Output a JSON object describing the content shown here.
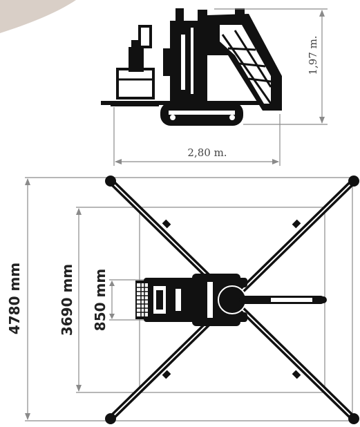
{
  "side_view": {
    "height_label": "1,97 m.",
    "width_label": "2,80 m."
  },
  "top_view": {
    "overall_label": "4780 mm",
    "inner_label": "3690 mm",
    "track_label": "850 mm"
  },
  "colors": {
    "ink": "#111111",
    "dimension_line": "#8a8a8a",
    "corner_swoosh": "#d9cfc7"
  }
}
